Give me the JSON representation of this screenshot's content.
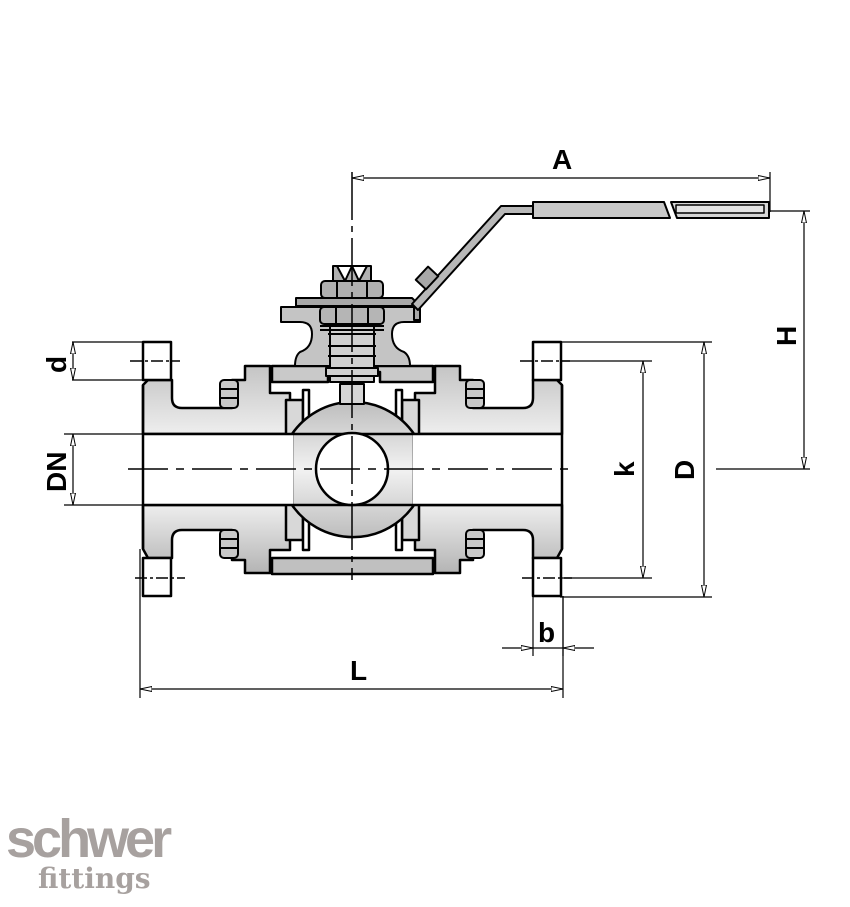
{
  "diagram": {
    "title": "3-piece flanged ball valve dimension drawing",
    "dimensions": {
      "A": "A",
      "H": "H",
      "d": "d",
      "DN": "DN",
      "k": "k",
      "D": "D",
      "b": "b",
      "L": "L"
    },
    "colors": {
      "line": "#000000",
      "body_fill_light": "#ececec",
      "body_fill_dark": "#b9b9b9",
      "metal": "#a8a8a8",
      "logo": "#a7a19f"
    }
  },
  "logo": {
    "brand": "schwer",
    "sub": "fittings"
  }
}
